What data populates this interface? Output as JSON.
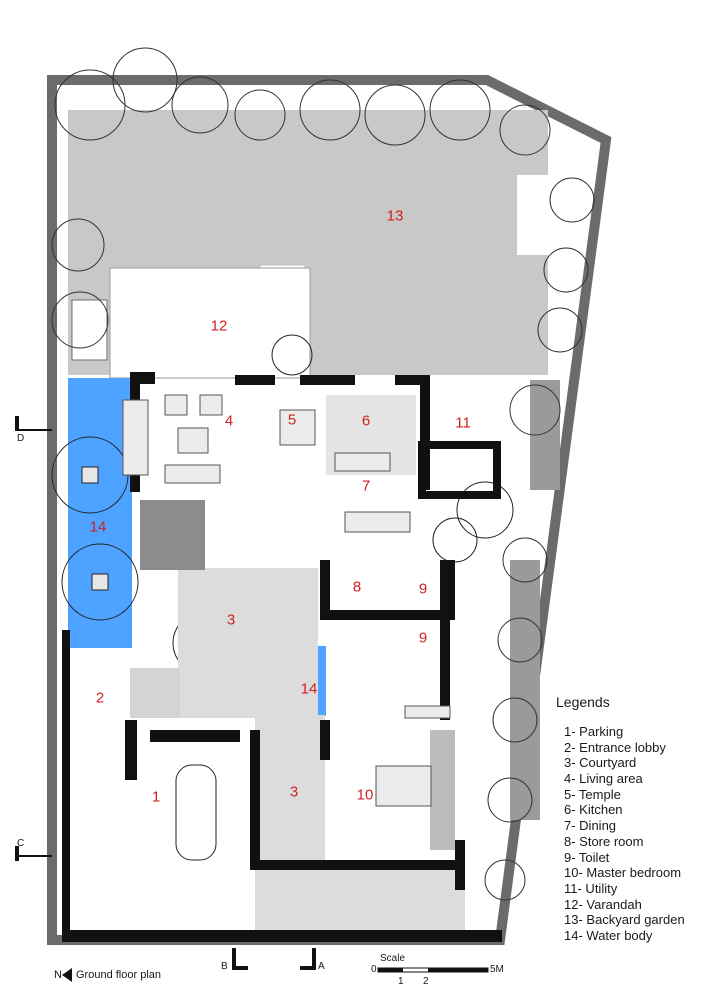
{
  "title": "Ground floor plan",
  "north_label": "N",
  "section_markers": {
    "a": "A",
    "b": "B",
    "c": "C",
    "d": "D"
  },
  "scale": {
    "label": "Scale",
    "ticks": [
      "0",
      "1",
      "2",
      "5M"
    ]
  },
  "legend": {
    "title": "Legends",
    "items": [
      "1- Parking",
      "2- Entrance lobby",
      "3- Courtyard",
      "4- Living area",
      "5- Temple",
      "6- Kitchen",
      "7- Dining",
      "8- Store room",
      "9- Toilet",
      "10- Master bedroom",
      "11- Utility",
      "12- Varandah",
      "13- Backyard garden",
      "14- Water body"
    ]
  },
  "room_numbers": {
    "n1": "1",
    "n2": "2",
    "n3a": "3",
    "n3b": "3",
    "n4": "4",
    "n5": "5",
    "n6": "6",
    "n7": "7",
    "n8": "8",
    "n9a": "9",
    "n9b": "9",
    "n10": "10",
    "n11": "11",
    "n12": "12",
    "n13": "13",
    "n14a": "14",
    "n14b": "14"
  },
  "colors": {
    "water": "#4da3ff",
    "garden": "#c8c8c8",
    "wall": "#111111",
    "boundary": "#6b6b6b",
    "label": "#d21f1f"
  }
}
